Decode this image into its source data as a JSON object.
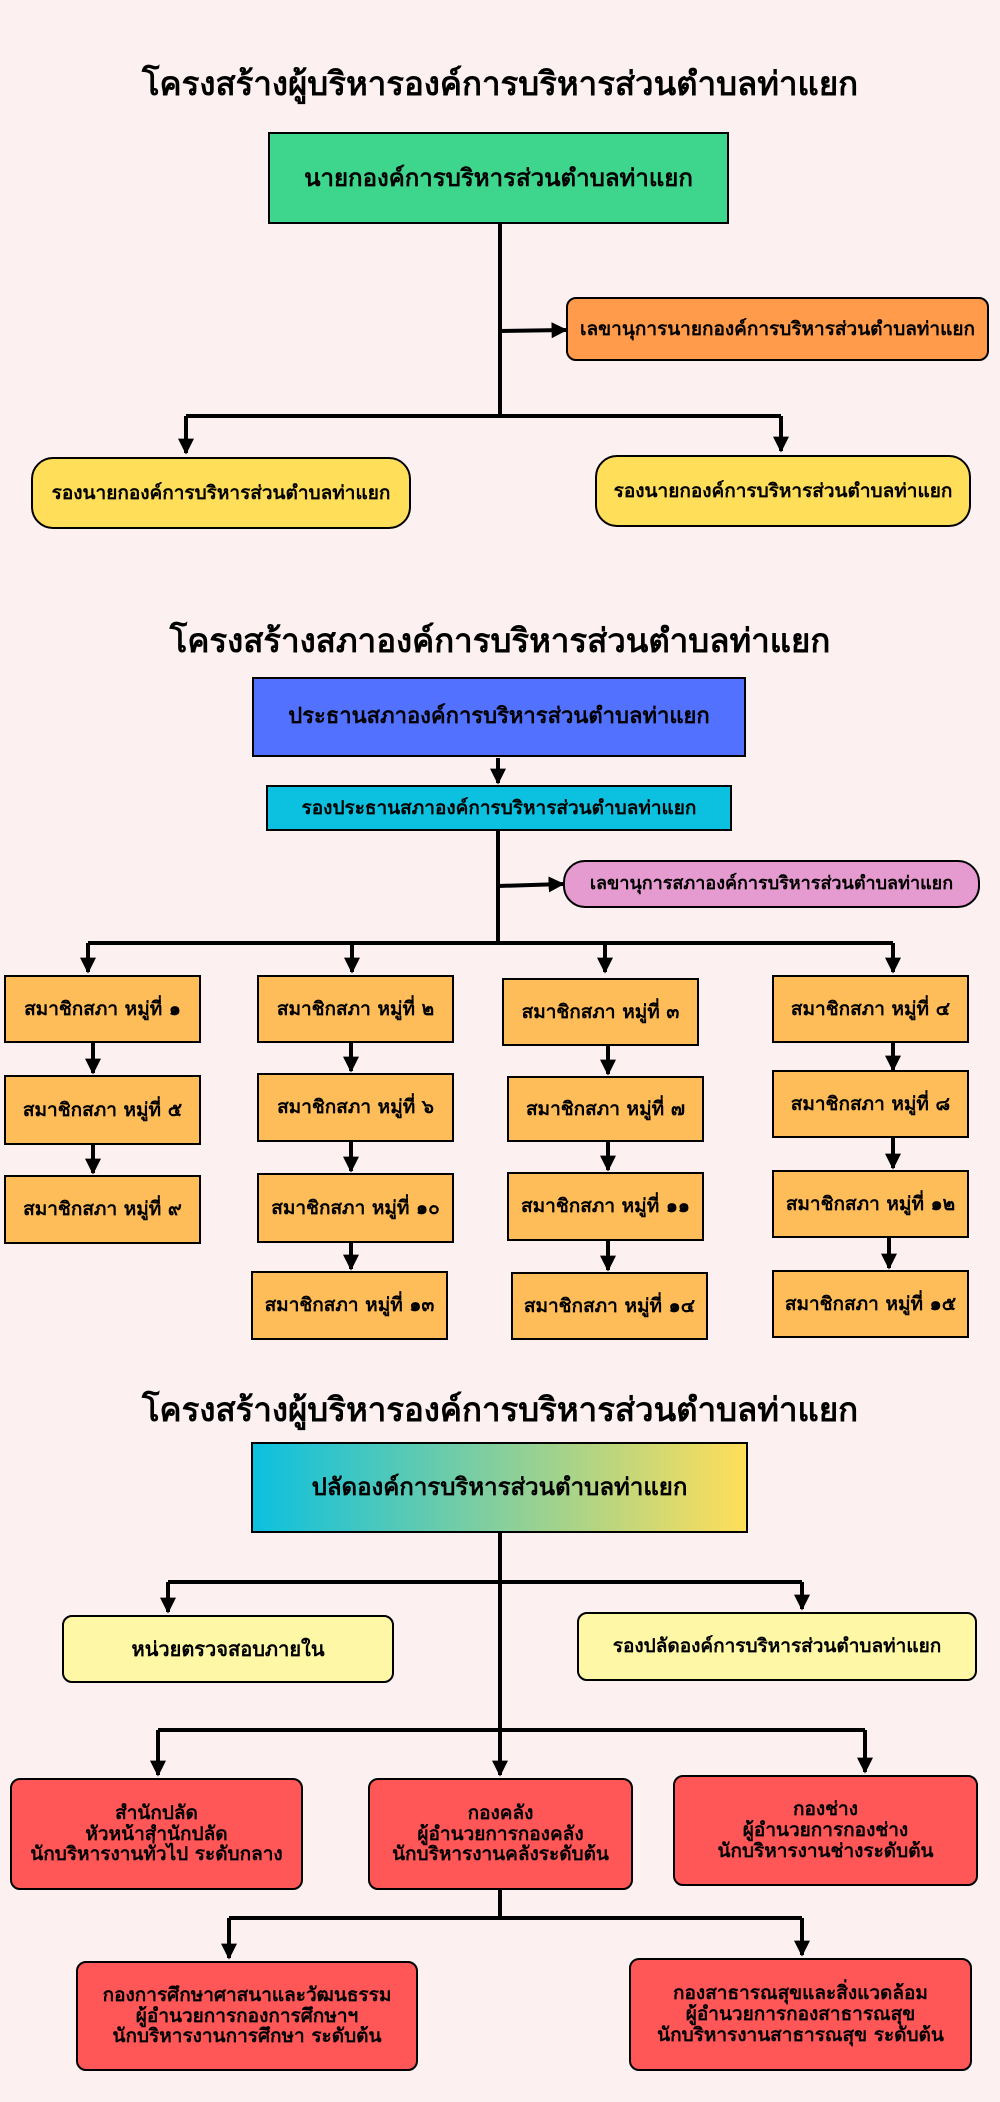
{
  "colors": {
    "background": "#fdf0f0",
    "mayor": "#3dd68c",
    "mayor_secretary": "#ff9b4a",
    "deputy_mayor": "#ffde59",
    "council_president": "#5271ff",
    "council_vice": "#0cc0df",
    "council_secretary": "#e59ad0",
    "member": "#ffbd59",
    "clerk_gradient_start": "#0cc0df",
    "clerk_gradient_end": "#ffde59",
    "pale_yellow": "#fdf7a6",
    "division": "#ff5757"
  },
  "section1": {
    "title": "โครงสร้างผู้บริหารองค์การบริหารส่วนตำบลท่าแยก",
    "mayor": "นายกองค์การบริหารส่วนตำบลท่าแยก",
    "mayor_secretary": "เลขานุการนายกองค์การบริหารส่วนตำบลท่าแยก",
    "deputy_left": "รองนายกองค์การบริหารส่วนตำบลท่าแยก",
    "deputy_right": "รองนายกองค์การบริหารส่วนตำบลท่าแยก"
  },
  "section2": {
    "title": "โครงสร้างสภาองค์การบริหารส่วนตำบลท่าแยก",
    "president": "ประธานสภาองค์การบริหารส่วนตำบลท่าแยก",
    "vice_president": "รองประธานสภาองค์การบริหารส่วนตำบลท่าแยก",
    "secretary": "เลขานุการสภาองค์การบริหารส่วนตำบลท่าแยก",
    "members": [
      "สมาชิกสภา หมู่ที่ ๑",
      "สมาชิกสภา หมู่ที่ ๒",
      "สมาชิกสภา หมู่ที่ ๓",
      "สมาชิกสภา หมู่ที่ ๔",
      "สมาชิกสภา หมู่ที่ ๕",
      "สมาชิกสภา หมู่ที่ ๖",
      "สมาชิกสภา หมู่ที่ ๗",
      "สมาชิกสภา หมู่ที่ ๘",
      "สมาชิกสภา หมู่ที่ ๙",
      "สมาชิกสภา หมู่ที่ ๑๐",
      "สมาชิกสภา หมู่ที่ ๑๑",
      "สมาชิกสภา หมู่ที่ ๑๒",
      "สมาชิกสภา หมู่ที่ ๑๓",
      "สมาชิกสภา หมู่ที่ ๑๔",
      "สมาชิกสภา หมู่ที่ ๑๕"
    ]
  },
  "section3": {
    "title": "โครงสร้างผู้บริหารองค์การบริหารส่วนตำบลท่าแยก",
    "clerk": "ปลัดองค์การบริหารส่วนตำบลท่าแยก",
    "internal_audit": "หน่วยตรวจสอบภายใน",
    "deputy_clerk": "รองปลัดองค์การบริหารส่วนตำบลท่าแยก",
    "clerk_office": {
      "line1": "สำนักปลัด",
      "line2": "หัวหน้าสำนักปลัด",
      "line3": "นักบริหารงานทั่วไป ระดับกลาง"
    },
    "finance": {
      "line1": "กองคลัง",
      "line2": "ผู้อำนวยการกองคลัง",
      "line3": "นักบริหารงานคลังระดับต้น"
    },
    "engineering": {
      "line1": "กองช่าง",
      "line2": "ผู้อำนวยการกองช่าง",
      "line3": "นักบริหารงานช่างระดับต้น"
    },
    "education": {
      "line1": "กองการศึกษาศาสนาและวัฒนธรรม",
      "line2": "ผู้อำนวยการกองการศึกษาฯ",
      "line3": "นักบริหารงานการศึกษา ระดับต้น"
    },
    "public_health": {
      "line1": "กองสาธารณสุขและสิ่งแวดล้อม",
      "line2": "ผู้อำนวยการกองสาธารณสุข",
      "line3": "นักบริหารงานสาธารณสุข ระดับต้น"
    }
  }
}
